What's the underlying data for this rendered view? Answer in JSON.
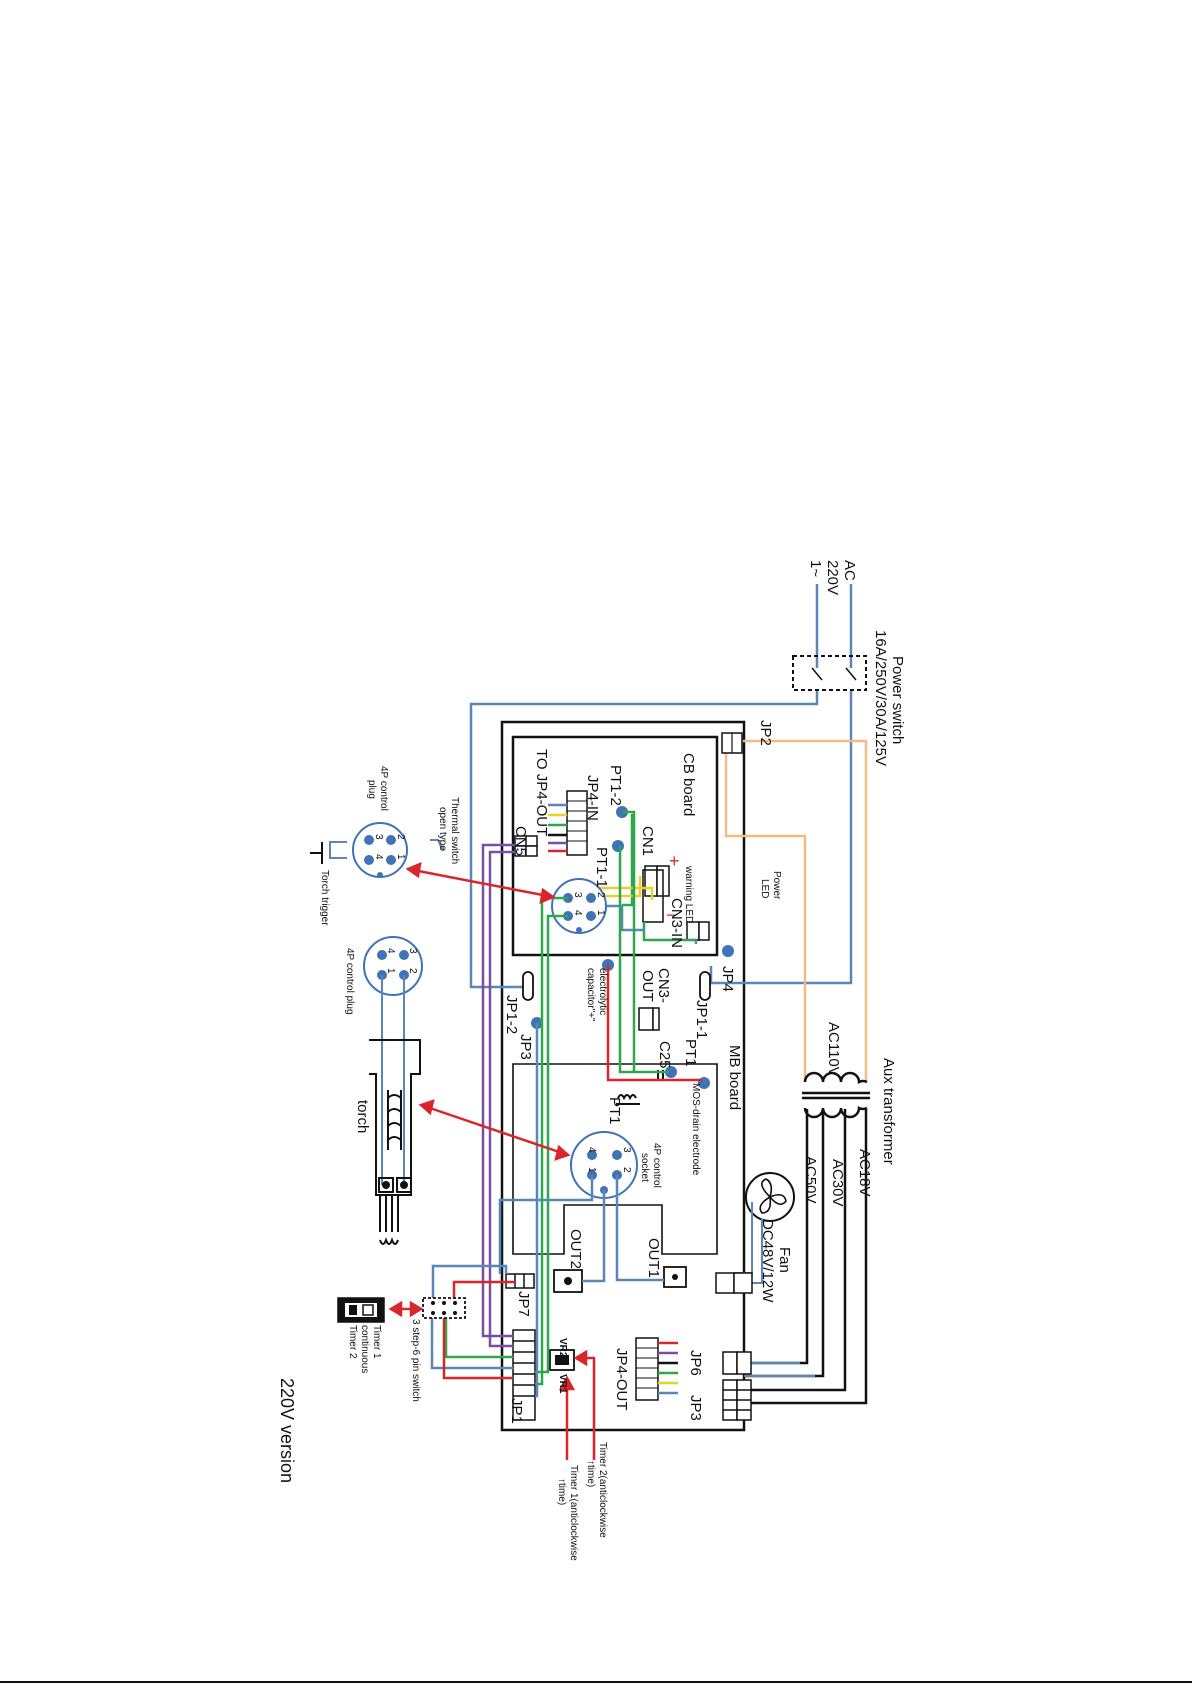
{
  "title": "220V version",
  "power": {
    "ac": "AC",
    "volt": "220V",
    "phase": "1~",
    "switch_title": "Power switch",
    "switch_rating": "16A/250V/30A/125V"
  },
  "boards": {
    "mb": "MB board",
    "cb": "CB board"
  },
  "connectors": {
    "jp2": "JP2",
    "jp4": "JP4",
    "jp1_1": "JP1-1",
    "jp1_2": "JP1-2",
    "jp3_left": "JP3",
    "jp3_right": "JP3",
    "jp6": "JP6",
    "jp7": "JP7",
    "jp1": "JP1",
    "jp4_out": "JP4-OUT",
    "jp4_in": "JP4-IN",
    "to_jp4_out": "TO JP4-OUT",
    "cn1": "CN1",
    "cn5": "CN5",
    "cn3_in": "CN3-IN",
    "cn3_out_a": "CN3-",
    "cn3_out_b": "OUT",
    "pt1_2": "PT1-2",
    "pt1_1": "PT1-1",
    "pt1_top": "PT1",
    "pt1_bottom": "PT1",
    "c25": "C25",
    "out1": "OUT1",
    "out2": "OUT2",
    "vr1": "VR1",
    "vr2": "VR2"
  },
  "notes": {
    "power_led_1": "Power",
    "power_led_2": "LED",
    "warning_led": "warning LED",
    "electrolytic_1": "electrolytic",
    "electrolytic_2": "capacitor\"+\"",
    "mos_drain": "MOS-drain electrode",
    "socket_1": "4P control",
    "socket_2": "socket",
    "thermal_1": "Thermal switch",
    "thermal_2": "open type",
    "plug_top_1": "4P control",
    "plug_top_2": "plug",
    "plug_mid": "4P control plug",
    "torch_trigger": "Torch trigger",
    "torch": "torch",
    "step_switch": "3 step-6 pin switch",
    "timer1": "Timer 1",
    "continuous": "continuous",
    "timer2": "Timer 2",
    "timer2_note_1": "Timer 2(anticlockwise",
    "timer2_note_2": "↑time)",
    "timer1_note_1": "Timer 1(anticlockwise",
    "timer1_note_2": "↑time)"
  },
  "transformer": {
    "title": "Aux transformer",
    "ac110": "AC110V",
    "ac18": "AC18V",
    "ac30": "AC30V",
    "ac50": "AC50V"
  },
  "fan": {
    "label": "Fan",
    "rating": "DC48V/12W",
    "icon": "fan-icon"
  },
  "pins": {
    "s1_2": "2",
    "s1_3": "3",
    "s1_1": "1",
    "s1_4": "4",
    "s2_2": "2",
    "s2_1": "1",
    "s2_3": "3",
    "s2_4": "4",
    "p1_2": "2",
    "p1_3": "3",
    "p1_1": "1",
    "p1_4": "4",
    "p2_3": "3",
    "p2_2": "2",
    "p2_4": "4",
    "p2_1": "1"
  },
  "colors": {
    "blue": "#5b86b8",
    "orange": "#f4b985",
    "red": "#d9262a",
    "green": "#2aa84a",
    "purple": "#7a4ea3",
    "yellow": "#e8d22a",
    "black": "#111111",
    "dot": "#3f73b6"
  }
}
